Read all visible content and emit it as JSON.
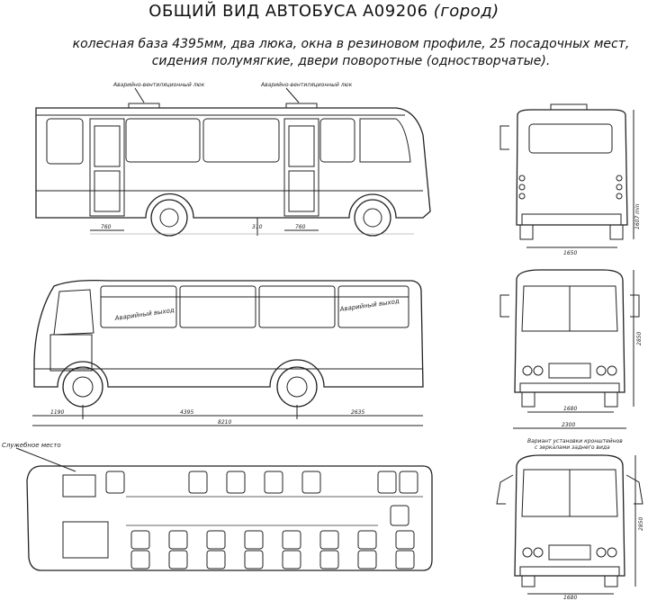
{
  "title": {
    "main": "ОБЩИЙ ВИД АВТОБУСА А09206",
    "suffix": "(город)"
  },
  "subtitle": {
    "line1": "колесная база 4395мм, два люка, окна в резиновом профиле, 25 посадочных мест,",
    "line2": "сидения полумягкие, двери поворотные (одностворчатые)."
  },
  "side_view_right": {
    "hatch_left": "Аварийно-вентиляционный люк",
    "hatch_right": "Аварийно-вентиляционный люк",
    "dim_door1": "760",
    "dim_step": "310",
    "dim_door2": "760"
  },
  "rear_view": {
    "dim_height": "1607 min",
    "dim_track": "1650"
  },
  "side_view_left": {
    "exit_left": "Аварийный выход",
    "exit_right": "Аварийный выход",
    "dim_front": "1190",
    "dim_wheelbase": "4395",
    "dim_rear": "2635",
    "dim_total": "8210"
  },
  "front_view": {
    "dim_height": "2850",
    "dim_track": "1680",
    "dim_width": "2300"
  },
  "plan_view": {
    "service_label": "Служебное место"
  },
  "front_view_mirrors": {
    "note_line1": "Вариант установки кронштейнов",
    "note_line2": "с зеркалами заднего вида",
    "dim_height": "2850",
    "dim_track": "1680"
  }
}
